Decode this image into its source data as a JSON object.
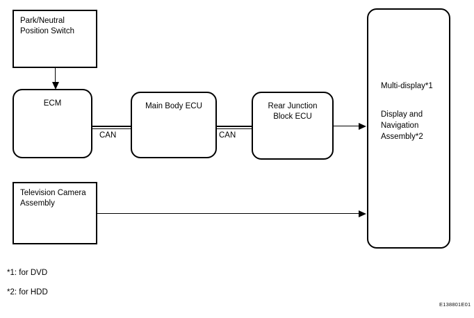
{
  "diagram": {
    "figure_id": "E138801E01",
    "boxes": {
      "park_neutral": "Park/Neutral\nPosition Switch",
      "ecm": "ECM",
      "main_body_ecu": "Main Body ECU",
      "rear_junction_block_ecu": "Rear Junction\nBlock ECU",
      "television_camera": "Television Camera\nAssembly",
      "display_line1": "Multi-display*1",
      "display_line2": "Display and\nNavigation\nAssembly*2"
    },
    "bus_labels": {
      "can_left": "CAN",
      "can_right": "CAN"
    },
    "footnotes": [
      "*1: for DVD",
      "*2: for HDD"
    ],
    "colors": {
      "line": "#000000",
      "background": "#ffffff",
      "text": "#000000"
    }
  }
}
